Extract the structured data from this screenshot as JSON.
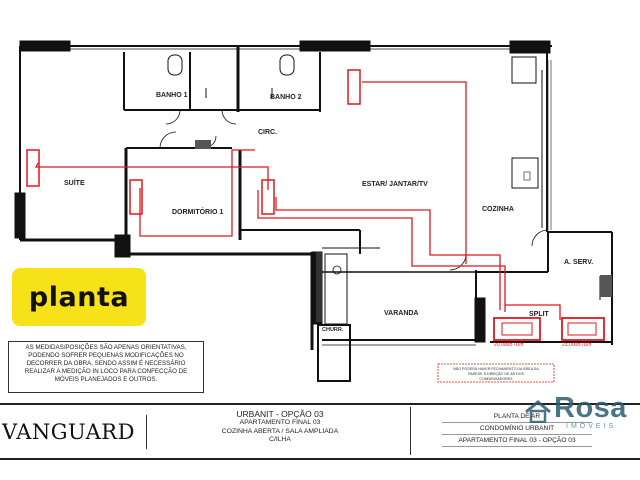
{
  "rooms": {
    "banho1": "BANHO 1",
    "banho2": "BANHO 2",
    "circ": "CIRC.",
    "suite": "SUÍTE",
    "dormitorio": "DORMITÓRIO 1",
    "estar": "ESTAR/ JANTAR/TV",
    "cozinha": "COZINHA",
    "aserv": "A. SERV.",
    "varanda": "VARANDA",
    "churr": "CHURR.",
    "split": "SPLIT"
  },
  "units": {
    "left": "20.000BTU/h",
    "right": "23.000BTU/h"
  },
  "small_note": [
    "NÃO PODERÁ HAVER FECHAMENTO DA ÁREA DA",
    "PAREDE À DIREÇÃO DE AR DOS",
    "CONDENSADORES"
  ],
  "badge": "planta",
  "note_lines": [
    "AS MEDIDAS/POSIÇÕES SÃO APENAS ORIENTATIVAS,",
    "PODENDO SOFRER PEQUENAS MODIFICAÇÕES NO",
    "DECORRER DA OBRA, SENDO ASSIM É NECESSÁRIO",
    "REALIZAR A MEDIÇÃO IN LOCO PARA CONFECÇÃO DE",
    "MÓVEIS PLANEJADOS E OUTROS."
  ],
  "footer": {
    "brand": "VANGUARD",
    "title": "URBANIT - OPÇÃO 03",
    "lines": [
      "APARTAMENTO FINAL 03",
      "COZINHA ABERTA / SALA AMPLIADA",
      "C/ILHA"
    ],
    "right_lines": [
      "PLANTA DE AR",
      "CONDOMÍNIO URBANIT",
      "APARTAMENTO FINAL 03 - OPÇÃO 03"
    ]
  },
  "watermark": {
    "name": "Rosa",
    "sub": "IMÓVEIS"
  },
  "colors": {
    "wall": "#111111",
    "ac_line": "#e0181d",
    "badge": "#f7e21a",
    "watermark": "#2d5c6f"
  }
}
